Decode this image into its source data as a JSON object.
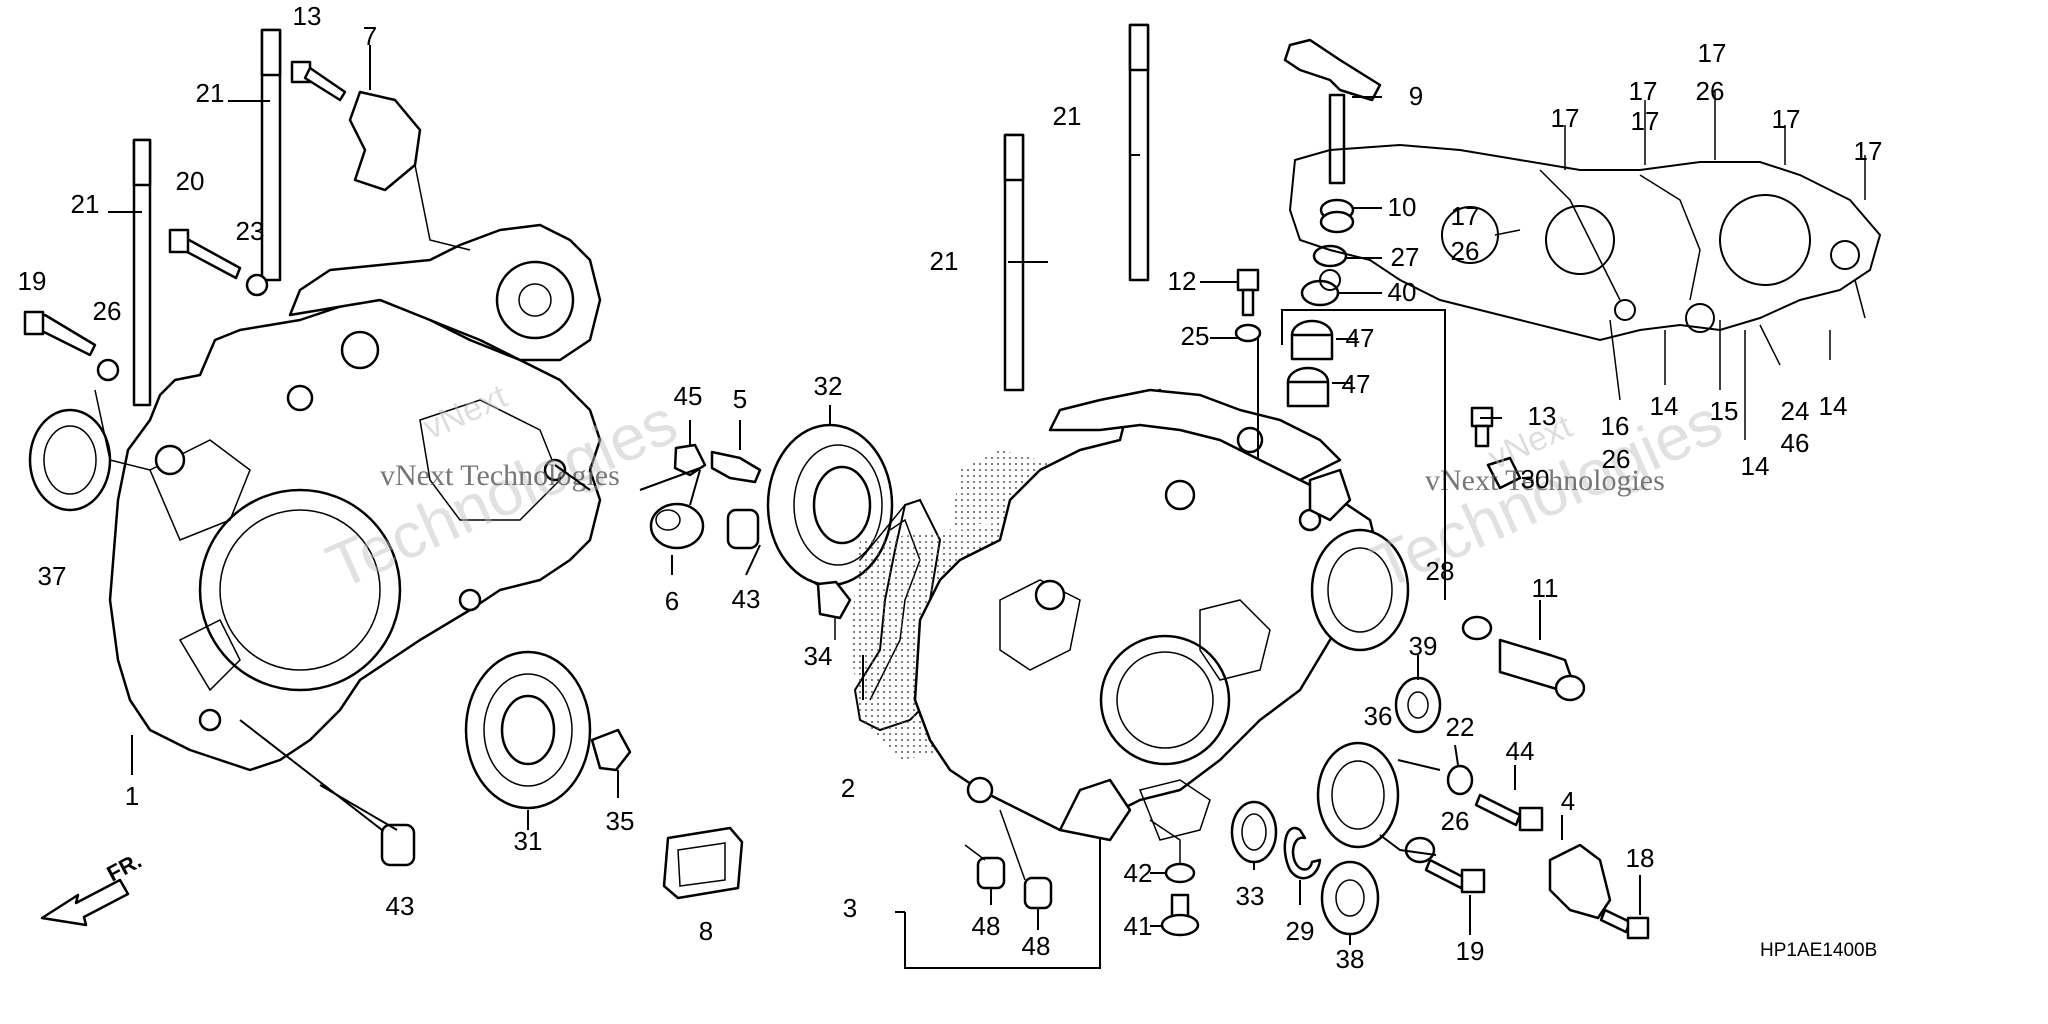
{
  "diagram": {
    "code": "HP1AE1400B",
    "direction_label": "FR.",
    "watermark": {
      "primary": "Technologies",
      "secondary": "vNext Technologies",
      "small": "vNext"
    },
    "callouts": [
      {
        "id": "c1",
        "text": "1"
      },
      {
        "id": "c2",
        "text": "2"
      },
      {
        "id": "c3",
        "text": "3"
      },
      {
        "id": "c4",
        "text": "4"
      },
      {
        "id": "c5",
        "text": "5"
      },
      {
        "id": "c6",
        "text": "6"
      },
      {
        "id": "c7",
        "text": "7"
      },
      {
        "id": "c8",
        "text": "8"
      },
      {
        "id": "c9",
        "text": "9"
      },
      {
        "id": "c10",
        "text": "10"
      },
      {
        "id": "c11",
        "text": "11"
      },
      {
        "id": "c12",
        "text": "12"
      },
      {
        "id": "c13a",
        "text": "13"
      },
      {
        "id": "c13b",
        "text": "13"
      },
      {
        "id": "c14a",
        "text": "14"
      },
      {
        "id": "c14b",
        "text": "14"
      },
      {
        "id": "c14c",
        "text": "14"
      },
      {
        "id": "c15",
        "text": "15"
      },
      {
        "id": "c16",
        "text": "16"
      },
      {
        "id": "c17a",
        "text": "17"
      },
      {
        "id": "c17b",
        "text": "17"
      },
      {
        "id": "c17c",
        "text": "17"
      },
      {
        "id": "c17d",
        "text": "17"
      },
      {
        "id": "c17e",
        "text": "17"
      },
      {
        "id": "c17f",
        "text": "17"
      },
      {
        "id": "c17g",
        "text": "17"
      },
      {
        "id": "c18",
        "text": "18"
      },
      {
        "id": "c19a",
        "text": "19"
      },
      {
        "id": "c19b",
        "text": "19"
      },
      {
        "id": "c20",
        "text": "20"
      },
      {
        "id": "c21a",
        "text": "21"
      },
      {
        "id": "c21b",
        "text": "21"
      },
      {
        "id": "c21c",
        "text": "21"
      },
      {
        "id": "c21d",
        "text": "21"
      },
      {
        "id": "c22",
        "text": "22"
      },
      {
        "id": "c23",
        "text": "23"
      },
      {
        "id": "c24",
        "text": "24"
      },
      {
        "id": "c25",
        "text": "25"
      },
      {
        "id": "c26a",
        "text": "26"
      },
      {
        "id": "c26b",
        "text": "26"
      },
      {
        "id": "c26c",
        "text": "26"
      },
      {
        "id": "c26d",
        "text": "26"
      },
      {
        "id": "c26e",
        "text": "26"
      },
      {
        "id": "c27",
        "text": "27"
      },
      {
        "id": "c28",
        "text": "28"
      },
      {
        "id": "c29",
        "text": "29"
      },
      {
        "id": "c30",
        "text": "30"
      },
      {
        "id": "c31",
        "text": "31"
      },
      {
        "id": "c32",
        "text": "32"
      },
      {
        "id": "c33",
        "text": "33"
      },
      {
        "id": "c34",
        "text": "34"
      },
      {
        "id": "c35",
        "text": "35"
      },
      {
        "id": "c36",
        "text": "36"
      },
      {
        "id": "c37",
        "text": "37"
      },
      {
        "id": "c38",
        "text": "38"
      },
      {
        "id": "c39",
        "text": "39"
      },
      {
        "id": "c40",
        "text": "40"
      },
      {
        "id": "c41",
        "text": "41"
      },
      {
        "id": "c42",
        "text": "42"
      },
      {
        "id": "c43a",
        "text": "43"
      },
      {
        "id": "c43b",
        "text": "43"
      },
      {
        "id": "c44",
        "text": "44"
      },
      {
        "id": "c45",
        "text": "45"
      },
      {
        "id": "c46",
        "text": "46"
      },
      {
        "id": "c47a",
        "text": "47"
      },
      {
        "id": "c47b",
        "text": "47"
      },
      {
        "id": "c48a",
        "text": "48"
      },
      {
        "id": "c48b",
        "text": "48"
      }
    ]
  }
}
